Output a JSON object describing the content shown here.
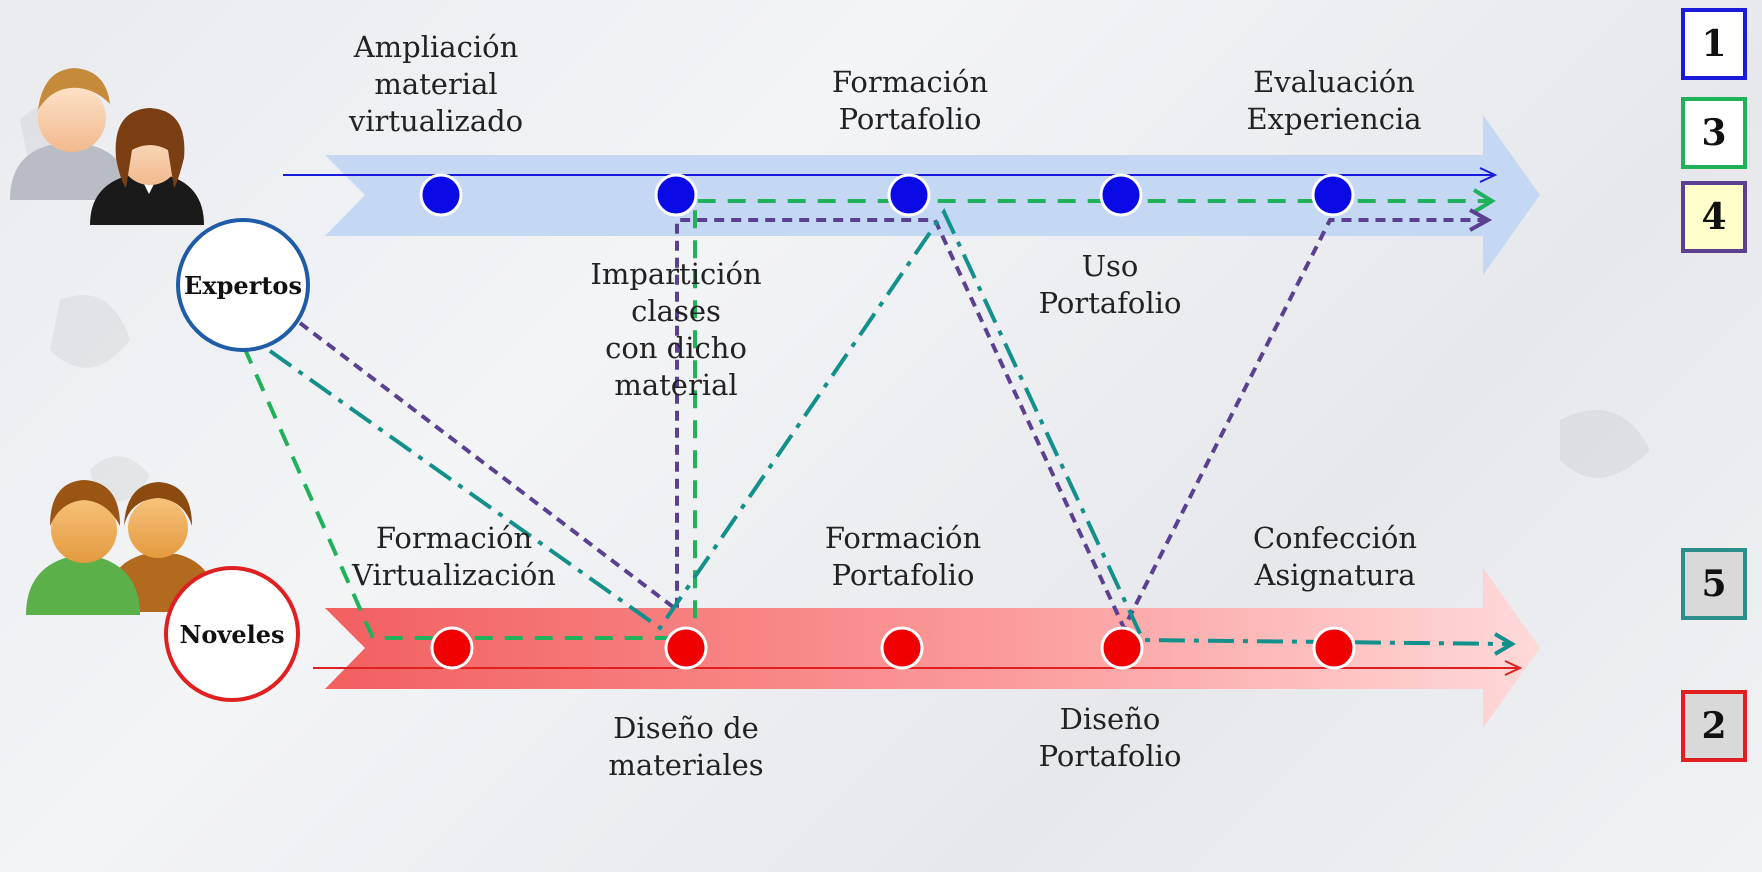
{
  "roles": {
    "expertos": "Expertos",
    "noveles": "Noveles"
  },
  "top_labels": [
    "Ampliación\nmaterial\nvirtualizado",
    "Formación\nPortafolio",
    "Evaluación\nExperiencia"
  ],
  "middle_labels": [
    "Impartición\nclases\ncon dicho\nmaterial",
    "Uso\nPortafolio"
  ],
  "lower_labels": [
    "Formación\nVirtualización",
    "Formación\nPortafolio",
    "Confección\nAsignatura"
  ],
  "bottom_labels": [
    "Diseño de\nmateriales",
    "Diseño\nPortafolio"
  ],
  "path_boxes": [
    {
      "number": "1",
      "border": "#1a1adc",
      "fill": "#ffffff"
    },
    {
      "number": "3",
      "border": "#1fb25a",
      "fill": "#ffffff"
    },
    {
      "number": "4",
      "border": "#5b3f91",
      "fill": "#ffffcc"
    },
    {
      "number": "5",
      "border": "#2a8f8a",
      "fill": "#d9d9d9"
    },
    {
      "number": "2",
      "border": "#e02020",
      "fill": "#d9d9d9"
    }
  ],
  "colors": {
    "expert_track": "#c4d8f4",
    "novice_track": "#f46a6a",
    "expert_node": "#0a0ae6",
    "novice_node": "#f00000",
    "path_green": "#1fb25a",
    "path_purple": "#5b3f91",
    "path_teal": "#14908c",
    "line_blue": "#1a1adc",
    "line_red": "#e02020"
  }
}
